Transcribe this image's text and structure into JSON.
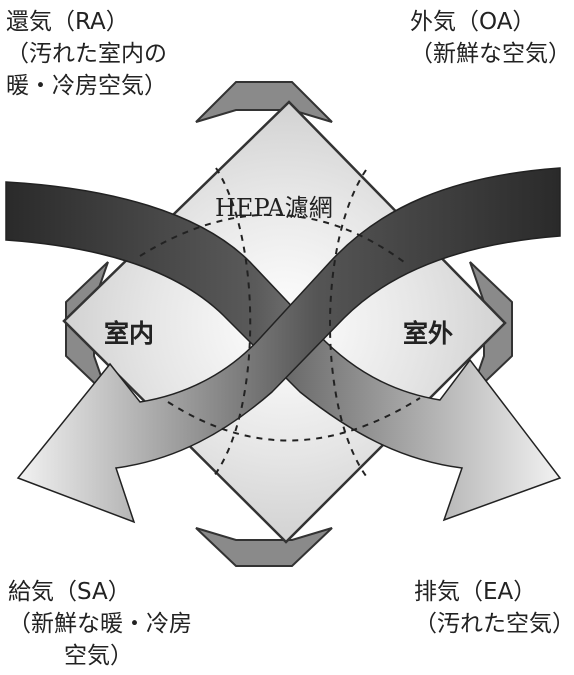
{
  "labels": {
    "return_air": {
      "line1": "還気（RA）",
      "line2": "（汚れた室内の",
      "line3": "暖・冷房空気）"
    },
    "outside_air": {
      "line1": "外気（OA）",
      "line2": "（新鮮な空気）"
    },
    "supply_air": {
      "line1": "給気（SA）",
      "line2": "（新鮮な暖・冷房",
      "line3": "空気）"
    },
    "exhaust_air": {
      "line1": "排気（EA）",
      "line2": "（汚れた空気）"
    },
    "indoor": "室内",
    "outdoor": "室外",
    "filter": "HEPA濾網"
  },
  "colors": {
    "frame_tab": "#8a8a8a",
    "core": "#d4d4d4",
    "dark_flow": "#2a2a2a",
    "light_flow": "#ececec",
    "outline": "#333333"
  }
}
